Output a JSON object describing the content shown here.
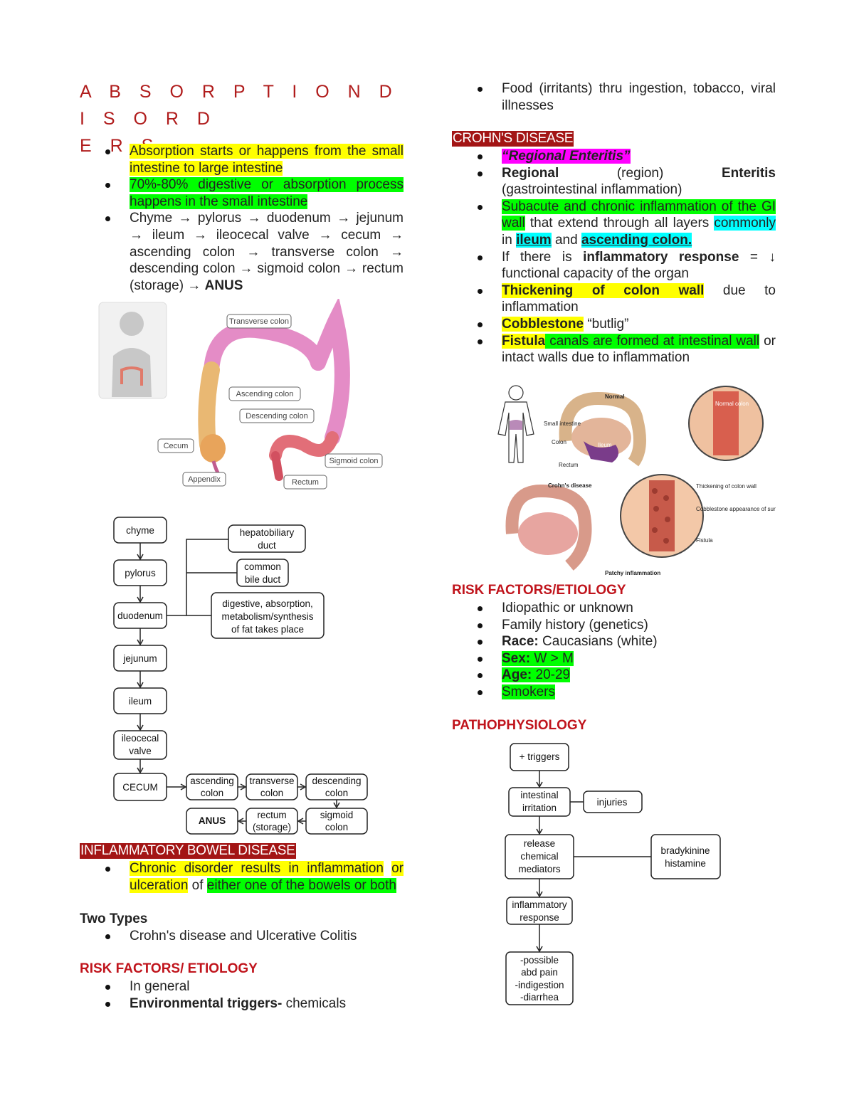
{
  "left": {
    "title_line1": "A B S O R P T I O N   D I S O R D",
    "title_line2": "E R S",
    "bullets": {
      "b1": "Absorption starts or happens from the small intestine to large intestine",
      "b2": "70%-80% digestive or absorption process happens in the small intestine",
      "b3_main": "Chyme → pylorus → duodenum → jejunum → ileum → ileocecal valve → cecum → ascending colon → transverse colon → descending colon → sigmoid colon → rectum (storage) →",
      "b3_end": "ANUS"
    },
    "colon_figure": {
      "labels": [
        "Transverse colon",
        "Ascending colon",
        "Descending colon",
        "Cecum",
        "Appendix",
        "Sigmoid colon",
        "Rectum"
      ]
    },
    "flowchart": {
      "chyme": "chyme",
      "pylorus": "pylorus",
      "duodenum": "duodenum",
      "jejunum": "jejunum",
      "ileum": "ileum",
      "ileocecal_1": "ileocecal",
      "ileocecal_2": "valve",
      "cecum": "CECUM",
      "hepato_1": "hepatobiliary",
      "hepato_2": "duct",
      "bile_1": "common",
      "bile_2": "bile duct",
      "digest_1": "digestive, absorption,",
      "digest_2": "metabolism/synthesis",
      "digest_3": "of fat takes place",
      "asc_1": "ascending",
      "asc_2": "colon",
      "trans_1": "transverse",
      "trans_2": "colon",
      "desc_1": "descending",
      "desc_2": "colon",
      "anus": "ANUS",
      "rectum_1": "rectum",
      "rectum_2": "(storage)",
      "sig_1": "sigmoid",
      "sig_2": "colon"
    },
    "ibd_heading": "INFLAMMATORY BOWEL DISEASE",
    "ibd": {
      "b1_part1": "Chronic disorder results in inflammation",
      "b1_part2": "or ulceration",
      "b1_part3": " of ",
      "b1_part4": "either one of the bowels or both"
    },
    "two_types_label": "Two Types",
    "two_types_item": "Crohn's disease and Ulcerative Colitis",
    "risk_heading": "RISK FACTORS/ ETIOLOGY",
    "risk": {
      "r1": "In general",
      "r2_bold": "Environmental triggers-",
      "r2_rest": " chemicals"
    }
  },
  "right": {
    "top_bullet": "Food (irritants) thru ingestion, tobacco, viral illnesses",
    "crohn_heading": "CROHN'S DISEASE",
    "crohn": {
      "c1": "“Regional Enteritis”",
      "c2_a": "Regional",
      "c2_b": "(region)",
      "c2_c": "Enteritis",
      "c2_d": "(gastrointestinal inflammation)",
      "c3_a": "Subacute and chronic inflammation of the GI wall",
      "c3_b": " that extend through all layers ",
      "c3_c": "commonly",
      "c3_d": " in ",
      "c3_e": "ileum",
      "c3_f": " and ",
      "c3_g": "ascending colon.",
      "c4_a": "If there is ",
      "c4_b": "inflammatory response",
      "c4_c": " = ↓ functional capacity of the organ",
      "c5_a": "Thickening of colon wall",
      "c5_b": " due to inflammation",
      "c6_a": "Cobblestone",
      "c6_b": " “butlig”",
      "c7_a": "Fistula",
      "c7_b": " canals are formed at intestinal wall",
      "c7_c": " or intact walls due to inflammation"
    },
    "crohn_figure": {
      "labels": [
        "Normal",
        "Small intestine",
        "Colon",
        "Rectum",
        "Ileum",
        "Normal colon",
        "Crohn's disease",
        "Thickening of colon wall",
        "Cobblestone appearance of surface",
        "Fistula",
        "Patchy inflammation"
      ]
    },
    "risk_heading": "RISK FACTORS/ETIOLOGY",
    "risk": {
      "r1": "Idiopathic or unknown",
      "r2": "Family history (genetics)",
      "r3_a": "Race:",
      "r3_b": " Caucasians (white)",
      "r4_a": "Sex:",
      "r4_b": " W > M",
      "r5_a": "Age:",
      "r5_b": " 20-29",
      "r6": "Smokers"
    },
    "patho_heading": "PATHOPHYSIOLOGY",
    "patho": {
      "triggers": "+ triggers",
      "irr_1": "intestinal",
      "irr_2": "irritation",
      "injuries": "injuries",
      "rel_1": "release",
      "rel_2": "chemical",
      "rel_3": "mediators",
      "brady_1": "bradykinine",
      "brady_2": "histamine",
      "infl_1": "inflammatory",
      "infl_2": "response",
      "out_1": "-possible",
      "out_2": "abd pain",
      "out_3": "-indigestion",
      "out_4": "-diarrhea"
    }
  },
  "colors": {
    "heading_red": "#c0141c",
    "banner_bg": "#a31515",
    "highlight_yellow": "#ffff00",
    "highlight_green": "#00ff00",
    "highlight_cyan": "#00ffff",
    "highlight_magenta": "#ff00ff"
  }
}
